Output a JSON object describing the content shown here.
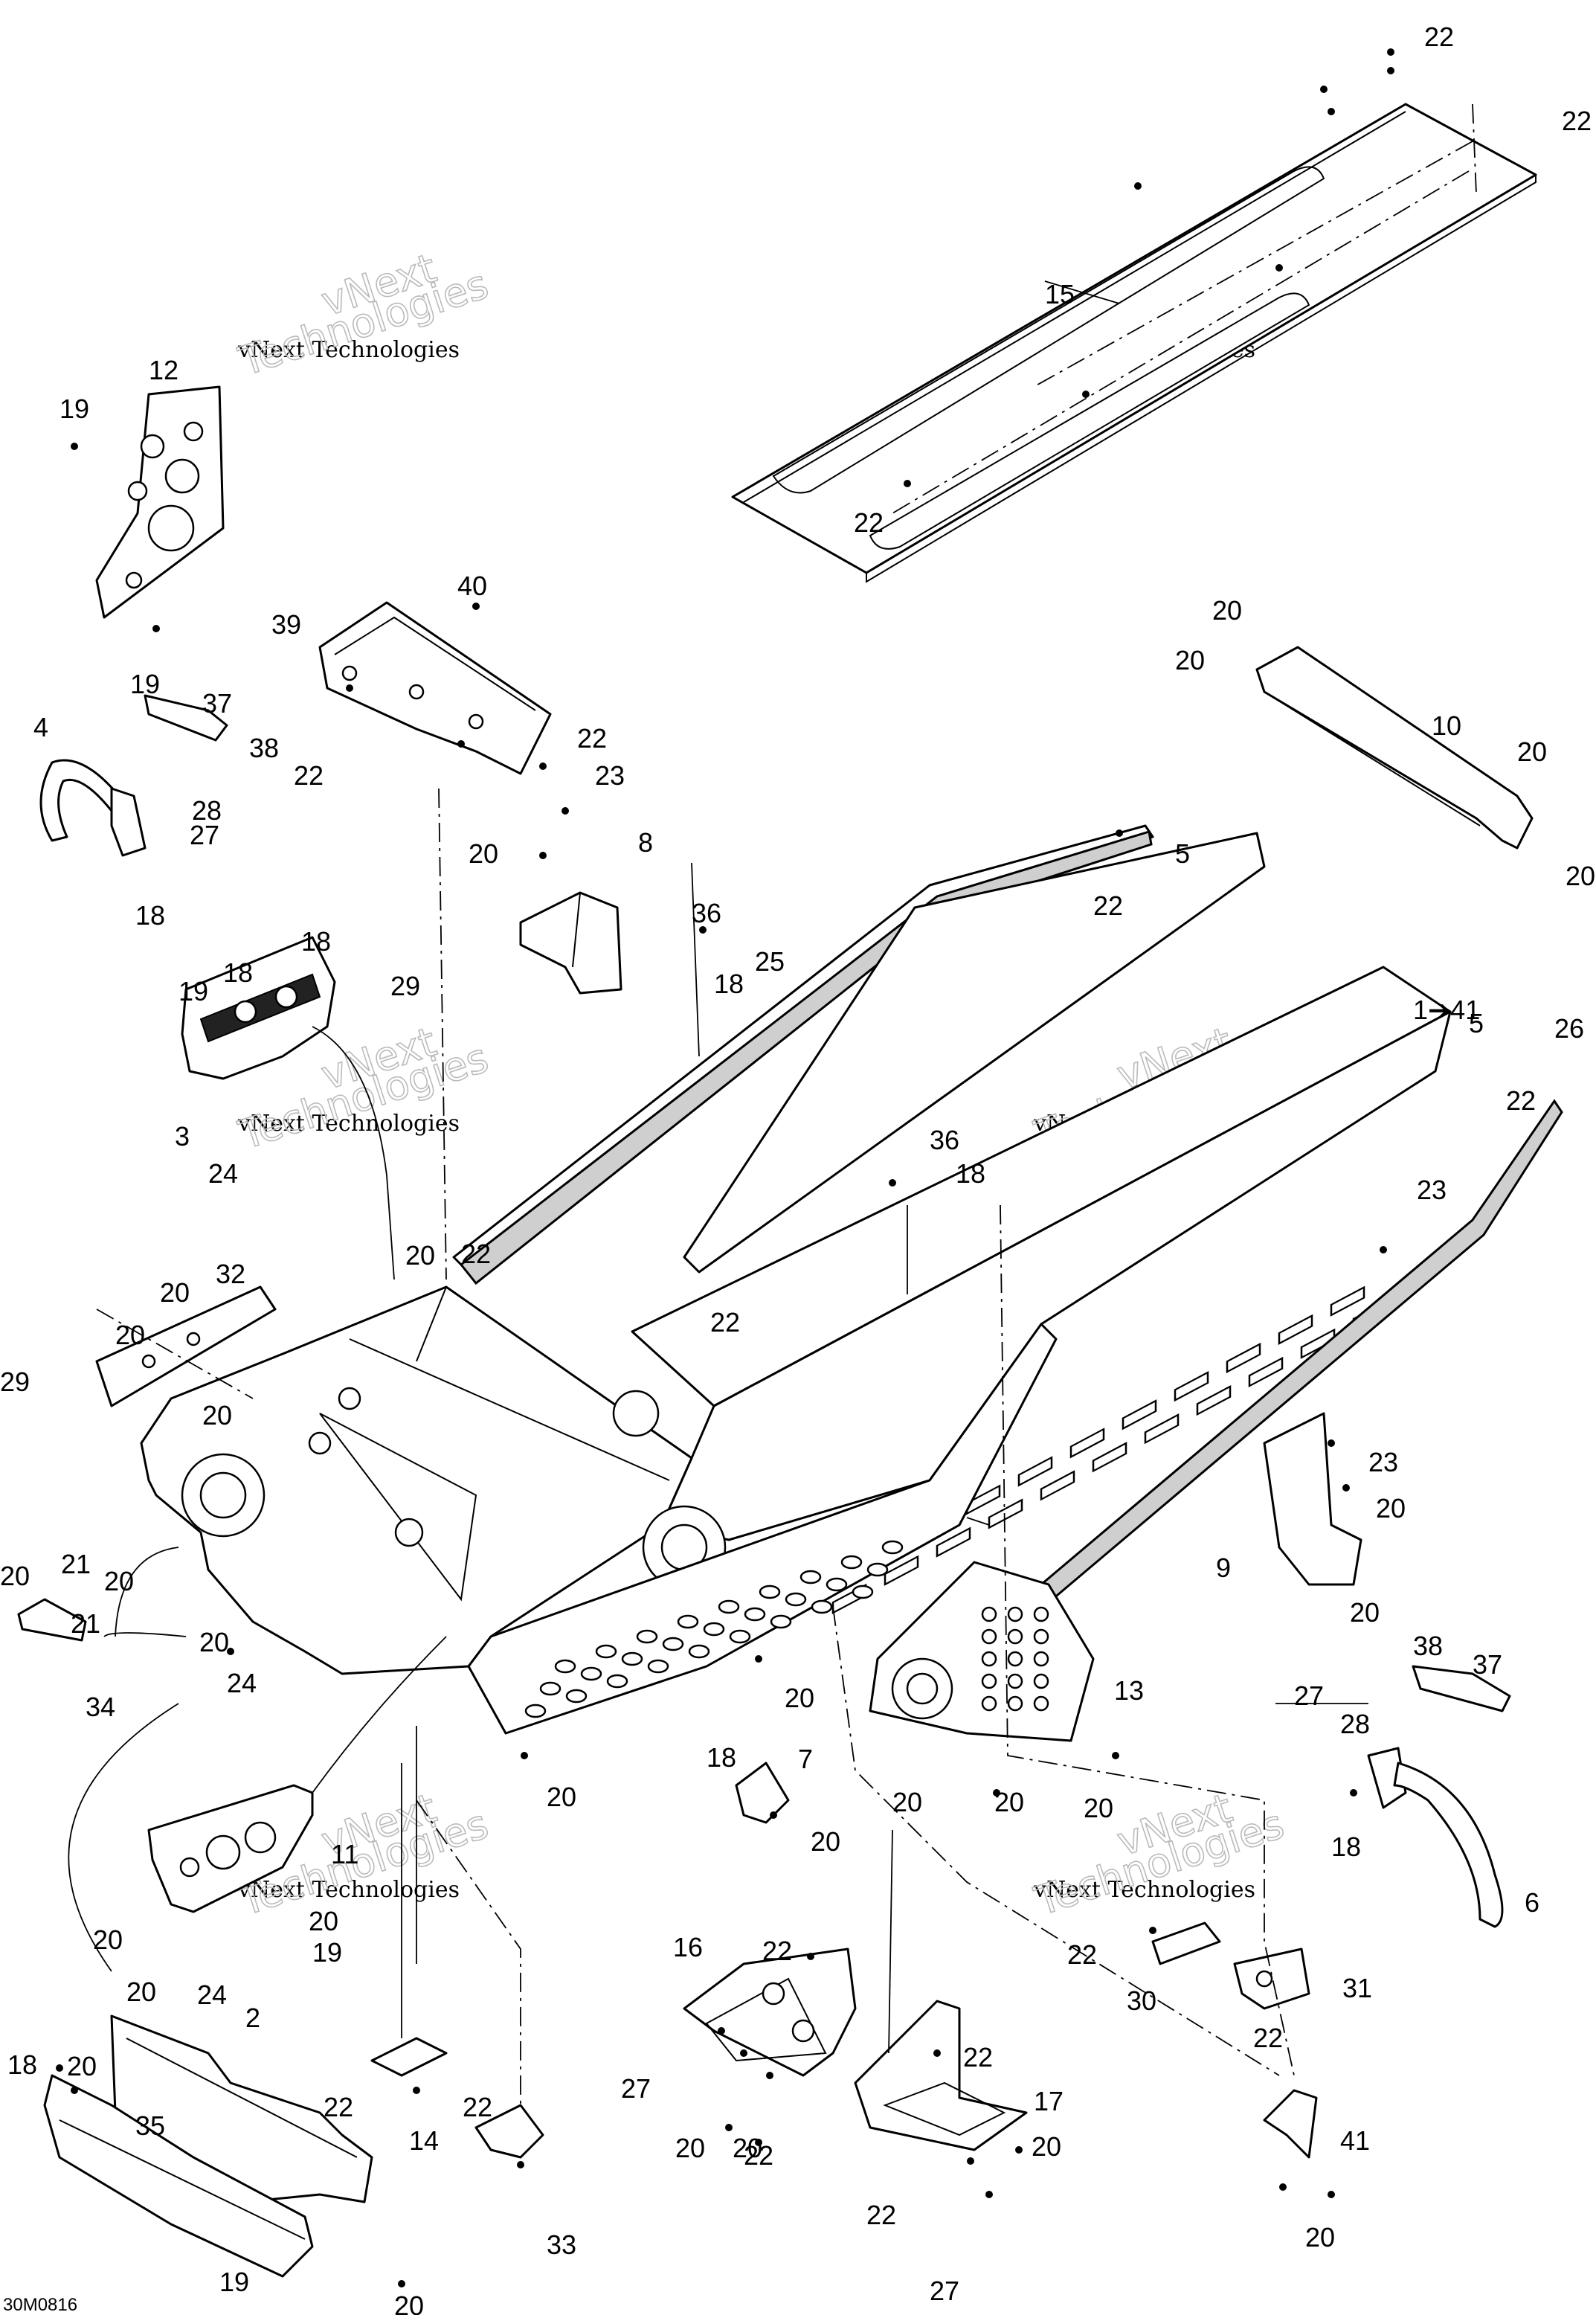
{
  "drawing_code": "30M0816",
  "watermark": {
    "line1": "vNext Technologies",
    "line2a": "vNext",
    "line2b": "Technologies"
  },
  "parts": [
    {
      "key": "p22a",
      "label": "22"
    },
    {
      "key": "p22b",
      "label": "22"
    },
    {
      "key": "p15",
      "label": "15"
    },
    {
      "key": "p22c",
      "label": "22"
    },
    {
      "key": "p12",
      "label": "12"
    },
    {
      "key": "p19a",
      "label": "19"
    },
    {
      "key": "p19b",
      "label": "19"
    },
    {
      "key": "p40",
      "label": "40"
    },
    {
      "key": "p39",
      "label": "39"
    },
    {
      "key": "p20a",
      "label": "20"
    },
    {
      "key": "p20b",
      "label": "20"
    },
    {
      "key": "p10",
      "label": "10"
    },
    {
      "key": "p20c",
      "label": "20"
    },
    {
      "key": "p20d",
      "label": "20"
    },
    {
      "key": "p4",
      "label": "4"
    },
    {
      "key": "p37a",
      "label": "37"
    },
    {
      "key": "p38a",
      "label": "38"
    },
    {
      "key": "p28a",
      "label": "28"
    },
    {
      "key": "p27a",
      "label": "27"
    },
    {
      "key": "p18a",
      "label": "18"
    },
    {
      "key": "p22d",
      "label": "22"
    },
    {
      "key": "p22e",
      "label": "22"
    },
    {
      "key": "p23a",
      "label": "23"
    },
    {
      "key": "p20e",
      "label": "20"
    },
    {
      "key": "p8",
      "label": "8"
    },
    {
      "key": "p5a",
      "label": "5"
    },
    {
      "key": "p22f",
      "label": "22"
    },
    {
      "key": "p36a",
      "label": "36"
    },
    {
      "key": "p18b",
      "label": "18"
    },
    {
      "key": "p25",
      "label": "25"
    },
    {
      "key": "p18c",
      "label": "18"
    },
    {
      "key": "p18d",
      "label": "18"
    },
    {
      "key": "p19c",
      "label": "19"
    },
    {
      "key": "p29a",
      "label": "29"
    },
    {
      "key": "p3",
      "label": "3"
    },
    {
      "key": "p24a",
      "label": "24"
    },
    {
      "key": "p1to41",
      "label": "1➔41"
    },
    {
      "key": "p5b",
      "label": "5"
    },
    {
      "key": "p26",
      "label": "26"
    },
    {
      "key": "p22g",
      "label": "22"
    },
    {
      "key": "p36b",
      "label": "36"
    },
    {
      "key": "p18e",
      "label": "18"
    },
    {
      "key": "p23b",
      "label": "23"
    },
    {
      "key": "p20f",
      "label": "20"
    },
    {
      "key": "p22h",
      "label": "22"
    },
    {
      "key": "p32",
      "label": "32"
    },
    {
      "key": "p20g",
      "label": "20"
    },
    {
      "key": "p20h",
      "label": "20"
    },
    {
      "key": "p22i",
      "label": "22"
    },
    {
      "key": "p29b",
      "label": "29"
    },
    {
      "key": "p20i",
      "label": "20"
    },
    {
      "key": "p23c",
      "label": "23"
    },
    {
      "key": "p20j",
      "label": "20"
    },
    {
      "key": "p9",
      "label": "9"
    },
    {
      "key": "p20k",
      "label": "20"
    },
    {
      "key": "p20l",
      "label": "20"
    },
    {
      "key": "p21a",
      "label": "21"
    },
    {
      "key": "p20m",
      "label": "20"
    },
    {
      "key": "p21b",
      "label": "21"
    },
    {
      "key": "p20n",
      "label": "20"
    },
    {
      "key": "p24b",
      "label": "24"
    },
    {
      "key": "p34",
      "label": "34"
    },
    {
      "key": "p38b",
      "label": "38"
    },
    {
      "key": "p37b",
      "label": "37"
    },
    {
      "key": "p13",
      "label": "13"
    },
    {
      "key": "p27b",
      "label": "27"
    },
    {
      "key": "p28b",
      "label": "28"
    },
    {
      "key": "p20o",
      "label": "20"
    },
    {
      "key": "p18f",
      "label": "18"
    },
    {
      "key": "p7",
      "label": "7"
    },
    {
      "key": "p20p",
      "label": "20"
    },
    {
      "key": "p20q",
      "label": "20"
    },
    {
      "key": "p20r",
      "label": "20"
    },
    {
      "key": "p20s",
      "label": "20"
    },
    {
      "key": "p18g",
      "label": "18"
    },
    {
      "key": "p20t",
      "label": "20"
    },
    {
      "key": "p11",
      "label": "11"
    },
    {
      "key": "p6",
      "label": "6"
    },
    {
      "key": "p20u",
      "label": "20"
    },
    {
      "key": "p20v",
      "label": "20"
    },
    {
      "key": "p20w",
      "label": "20"
    },
    {
      "key": "p24c",
      "label": "24"
    },
    {
      "key": "p16",
      "label": "16"
    },
    {
      "key": "p22j",
      "label": "22"
    },
    {
      "key": "p22k",
      "label": "22"
    },
    {
      "key": "p30",
      "label": "30"
    },
    {
      "key": "p31",
      "label": "31"
    },
    {
      "key": "p19d",
      "label": "19"
    },
    {
      "key": "p2",
      "label": "2"
    },
    {
      "key": "p18h",
      "label": "18"
    },
    {
      "key": "p20x",
      "label": "20"
    },
    {
      "key": "p22l",
      "label": "22"
    },
    {
      "key": "p22m",
      "label": "22"
    },
    {
      "key": "p14",
      "label": "14"
    },
    {
      "key": "p27c",
      "label": "27"
    },
    {
      "key": "p22n",
      "label": "22"
    },
    {
      "key": "p17",
      "label": "17"
    },
    {
      "key": "p22o",
      "label": "22"
    },
    {
      "key": "p41",
      "label": "41"
    },
    {
      "key": "p35",
      "label": "35"
    },
    {
      "key": "p20y",
      "label": "20"
    },
    {
      "key": "p20z",
      "label": "20"
    },
    {
      "key": "p20aa",
      "label": "20"
    },
    {
      "key": "p33",
      "label": "33"
    },
    {
      "key": "p22p",
      "label": "22"
    },
    {
      "key": "p22q",
      "label": "22"
    },
    {
      "key": "p20ab",
      "label": "20"
    },
    {
      "key": "p19e",
      "label": "19"
    },
    {
      "key": "p20ac",
      "label": "20"
    },
    {
      "key": "p27d",
      "label": "27"
    }
  ]
}
